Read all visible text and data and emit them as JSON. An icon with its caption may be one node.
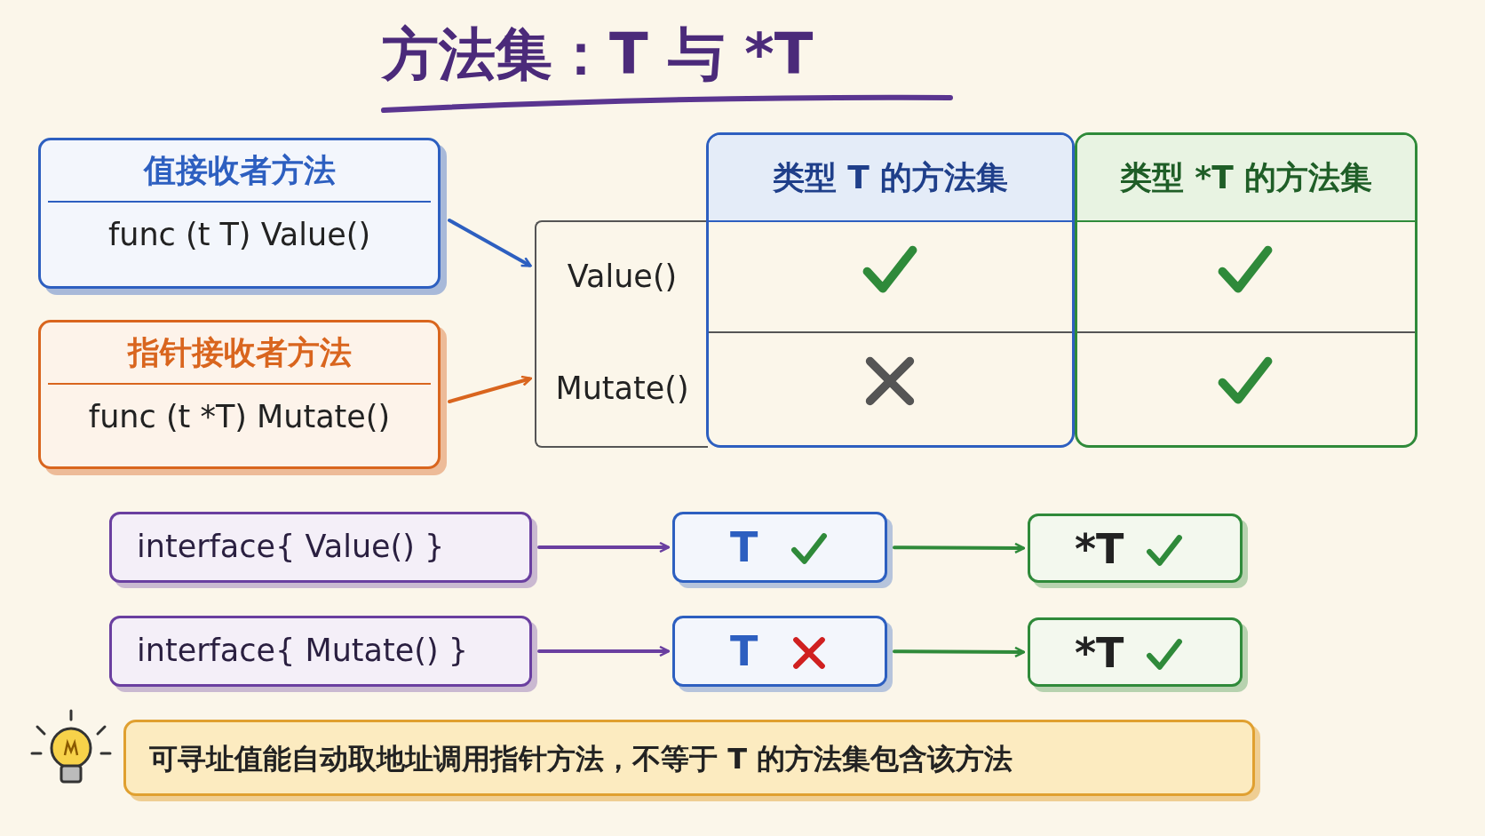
{
  "diagram": {
    "title": "方法集：T 与 *T",
    "nodes": [
      {
        "text": [
          "值接收者方法",
          "func (t T) Value()"
        ]
      },
      {
        "text": [
          "指针接收者方法",
          "func (t *T) Mutate()"
        ]
      },
      {
        "text": [
          "Value()"
        ]
      },
      {
        "text": [
          "Mutate()"
        ]
      },
      {
        "text": [
          "类型 T 的方法集"
        ]
      },
      {
        "text": [
          "类型 *T 的方法集"
        ]
      },
      {
        "text": [
          "interface{ Value() }"
        ]
      },
      {
        "text": [
          "T"
        ]
      },
      {
        "text": [
          "*T"
        ]
      },
      {
        "text": [
          "interface{ Mutate() }"
        ]
      },
      {
        "text": [
          "T"
        ]
      },
      {
        "text": [
          "*T"
        ]
      },
      {
        "text": [
          "可寻址值能自动取地址调用指针方法，不等于 T 的方法集包含该方法"
        ]
      }
    ],
    "edges": [
      {
        "from": 0,
        "to": 2,
        "arrow": "to",
        "color": "#2d5fc0"
      },
      {
        "from": 1,
        "to": 3,
        "arrow": "to",
        "color": "#d9651e"
      },
      {
        "from": 6,
        "to": 7,
        "arrow": "to",
        "color": "#6a3fa0"
      },
      {
        "from": 7,
        "to": 8,
        "arrow": "to",
        "color": "#2f8a3a"
      },
      {
        "from": 9,
        "to": 10,
        "arrow": "to",
        "color": "#6a3fa0"
      },
      {
        "from": 10,
        "to": 11,
        "arrow": "to",
        "color": "#2f8a3a"
      }
    ]
  }
}
